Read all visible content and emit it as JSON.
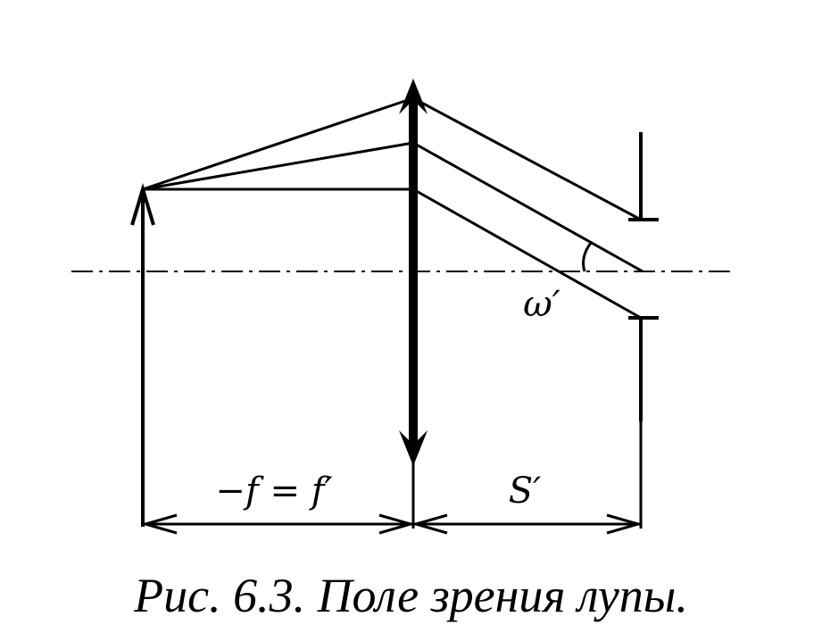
{
  "labels": {
    "focal_length": "−f = f′",
    "eye_distance": "S′",
    "field_angle": "ω′"
  },
  "caption": "Рис. 6.3. Поле зрения лупы."
}
